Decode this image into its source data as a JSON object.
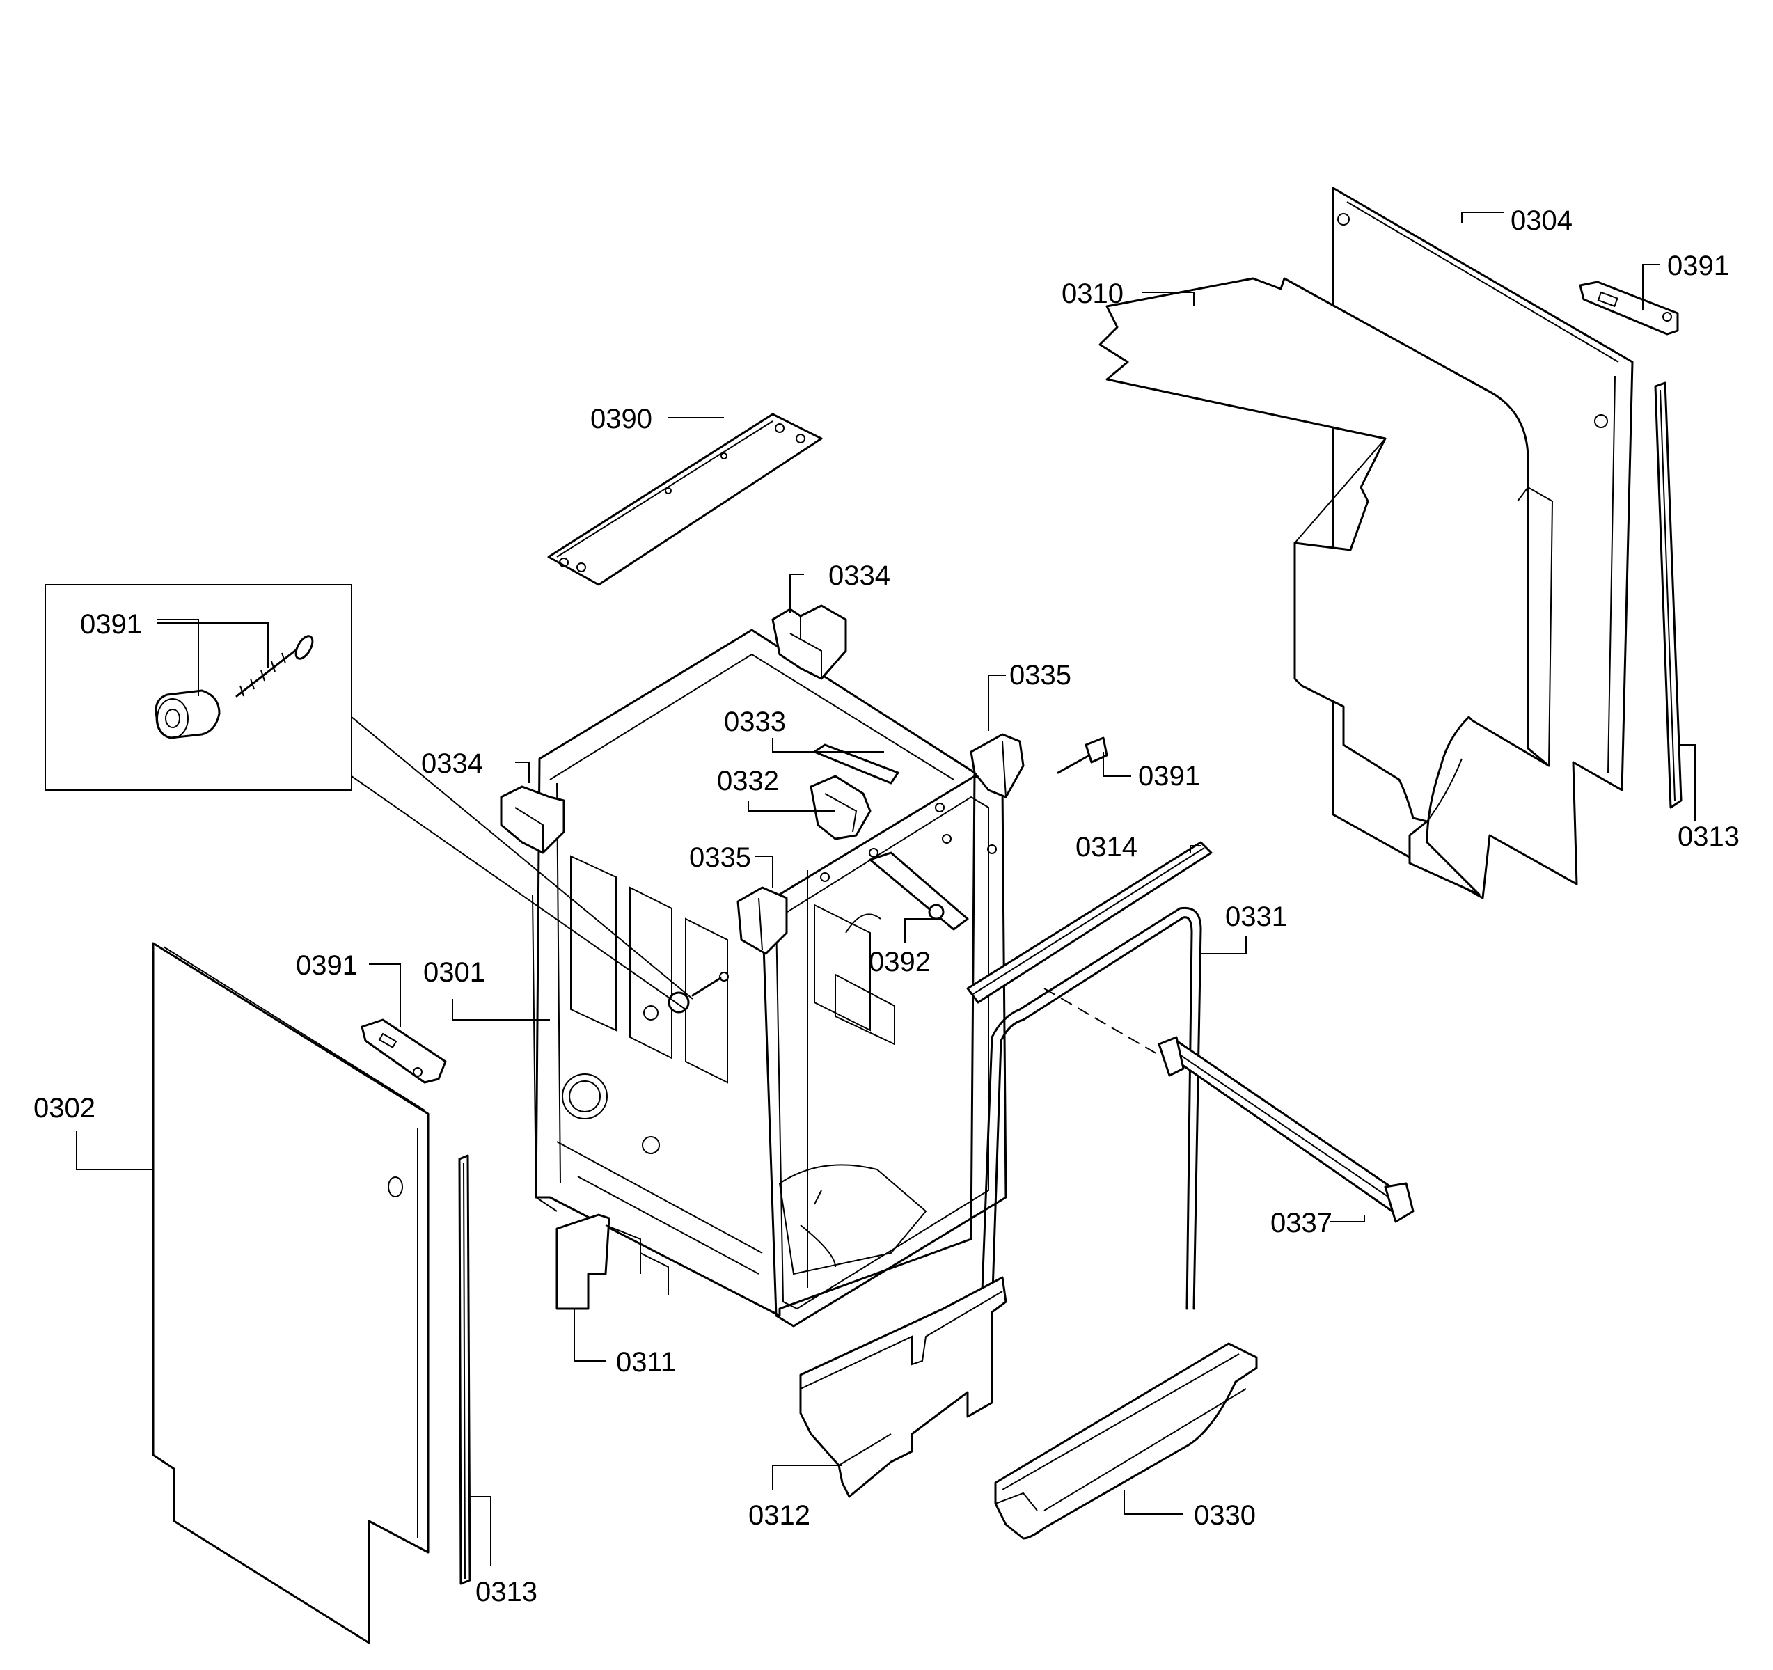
{
  "callouts": {
    "c0304": "0304",
    "c0391_top_right": "0391",
    "c0310": "0310",
    "c0390": "0390",
    "c0334_top": "0334",
    "c0391_inset": "0391",
    "c0335_right": "0335",
    "c0333": "0333",
    "c0334_left": "0334",
    "c0391_mid": "0391",
    "c0332": "0332",
    "c0314": "0314",
    "c0313_right": "0313",
    "c0335_center": "0335",
    "c0331": "0331",
    "c0392": "0392",
    "c0391_left": "0391",
    "c0301": "0301",
    "c0302": "0302",
    "c0337": "0337",
    "c0311": "0311",
    "c0312": "0312",
    "c0330": "0330",
    "c0313_left": "0313"
  }
}
